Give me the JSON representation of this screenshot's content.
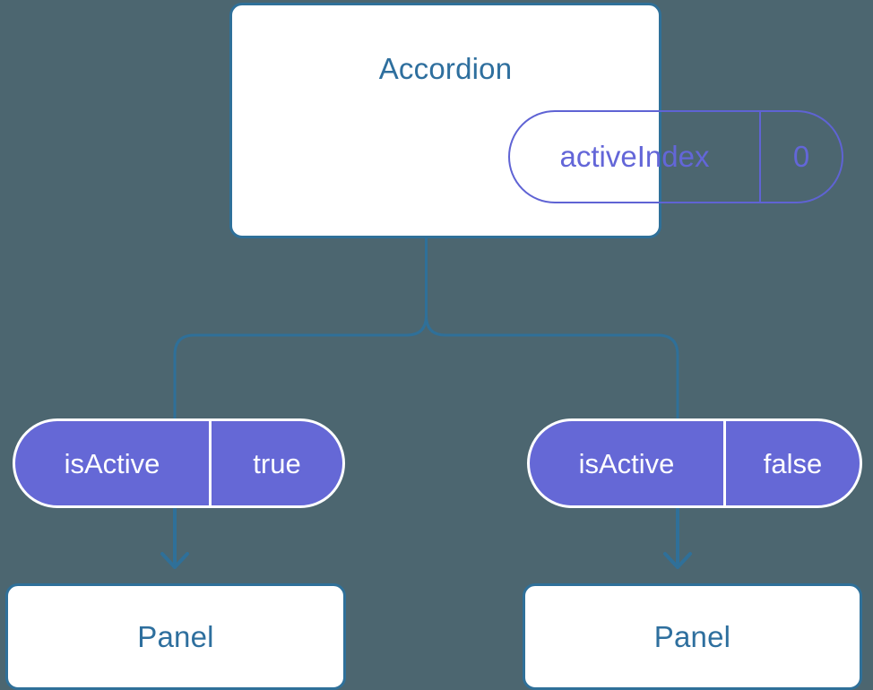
{
  "diagram": {
    "type": "component-tree",
    "background_color": "#4c6670",
    "accent_blue": "#2f7099",
    "accent_purple": "#6568d6",
    "title_color": "#2e6f9e",
    "root": {
      "label": "Accordion",
      "state": {
        "key": "activeIndex",
        "value": "0"
      }
    },
    "branches": [
      {
        "side": "left",
        "prop": {
          "key": "isActive",
          "value": "true"
        },
        "child": {
          "label": "Panel"
        }
      },
      {
        "side": "right",
        "prop": {
          "key": "isActive",
          "value": "false"
        },
        "child": {
          "label": "Panel"
        }
      }
    ]
  }
}
